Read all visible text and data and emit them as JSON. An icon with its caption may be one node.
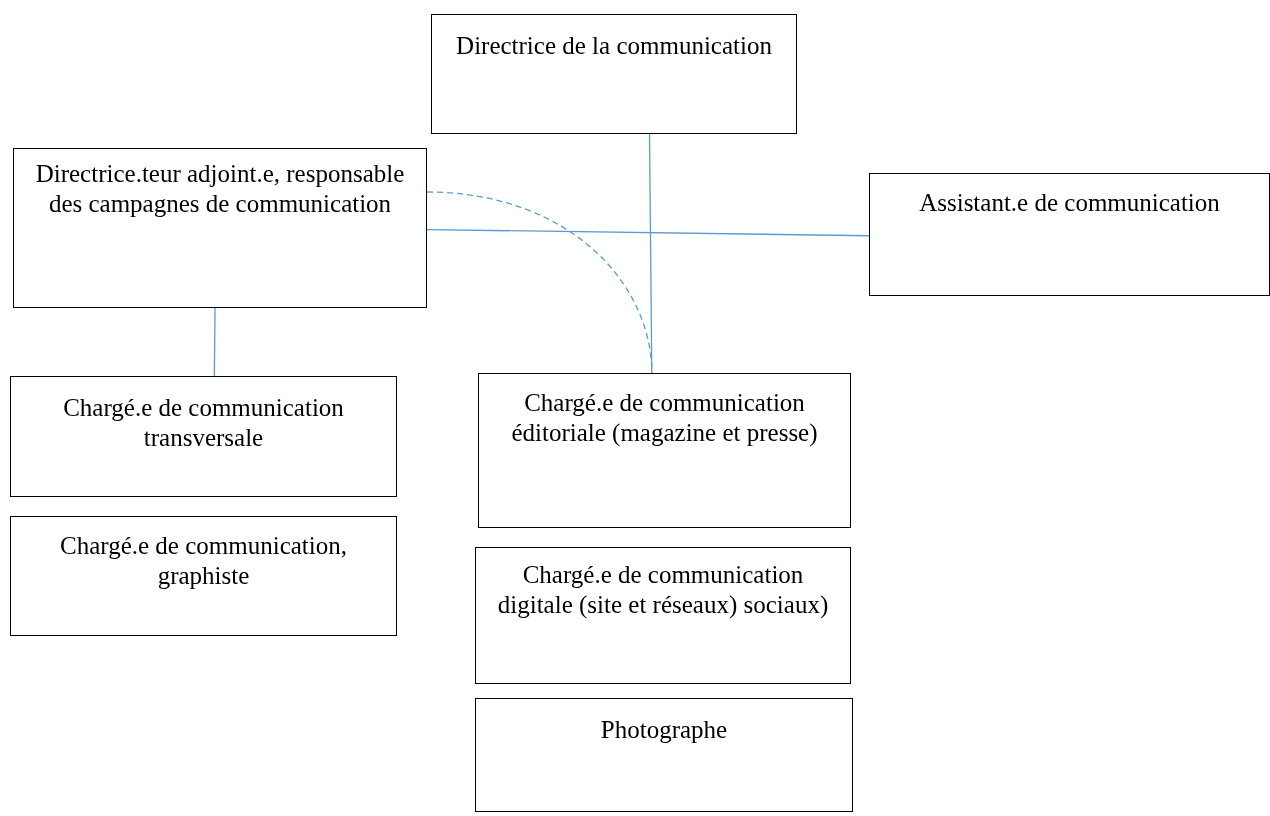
{
  "diagram": {
    "nodes": [
      {
        "text": [
          "Directrice de la communication"
        ]
      },
      {
        "text": [
          "Directrice.teur adjoint.e, responsable des campagnes de communication"
        ]
      },
      {
        "text": [
          "Assistant.e de communication"
        ]
      },
      {
        "text": [
          "Chargé.e de communication transversale"
        ]
      },
      {
        "text": [
          "Chargé.e de communication, graphiste"
        ]
      },
      {
        "text": [
          "Chargé.e de communication éditoriale (magazine et presse)"
        ]
      },
      {
        "text": [
          "Chargé.e de communication digitale (site et réseaux) sociaux)"
        ]
      },
      {
        "text": [
          "Photographe"
        ]
      }
    ],
    "edges": [
      {
        "from": 0,
        "to": 5,
        "arrow": "none"
      },
      {
        "from": 1,
        "to": 2,
        "arrow": "none"
      },
      {
        "from": 1,
        "to": 3,
        "arrow": "none"
      },
      {
        "from": 1,
        "to": 5,
        "arrow": "none",
        "style": "dashed"
      }
    ]
  }
}
